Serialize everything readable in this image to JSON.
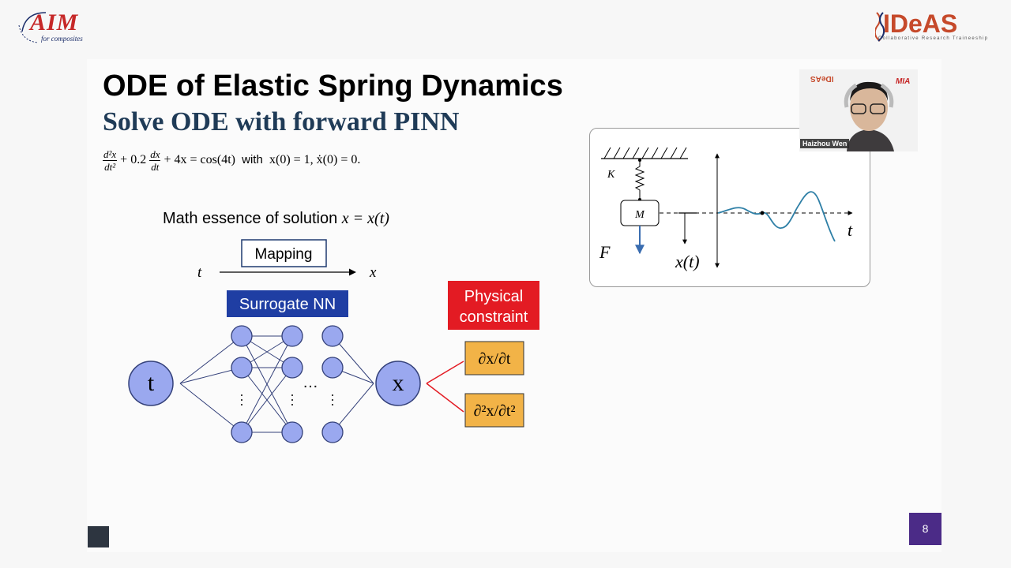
{
  "header": {
    "left_logo": {
      "name": "AIM",
      "tagline": "for composites"
    },
    "right_logo": {
      "name": "IDeAS",
      "tagline": "Collaborative  Research  Traineeship"
    }
  },
  "slide": {
    "title": "ODE of Elastic Spring Dynamics",
    "subtitle": "Solve ODE with forward PINN",
    "equation": {
      "frac1_num": "d²x",
      "frac1_den": "dt²",
      "coef": "+ 0.2",
      "frac2_num": "dx",
      "frac2_den": "dt",
      "rhs": "+ 4x = cos(4t)",
      "with": " with ",
      "conditions": "x(0) = 1, ẋ(0) = 0."
    },
    "math_essence": {
      "label": "Math essence of solution ",
      "expr": "x = x(t)"
    },
    "mapping": {
      "label": "Mapping",
      "input": "t",
      "output": "x"
    },
    "surrogate": {
      "label": "Surrogate NN",
      "input_node": "t",
      "output_node": "x",
      "ellipsis": "…"
    },
    "constraint": {
      "label_line1": "Physical",
      "label_line2": "constraint",
      "deriv1": "∂x/∂t",
      "deriv2": "∂²x/∂t²"
    },
    "colors": {
      "node_fill": "#9aa8ef",
      "node_stroke": "#34417a",
      "nn_box": "#1f3ea3",
      "constraint_box": "#e31b23",
      "deriv_box": "#f2b347",
      "page_badge": "#4b2b87"
    },
    "page_number": "8"
  },
  "spring_figure": {
    "k_label": "K",
    "mass_label": "M",
    "force_label": "F",
    "t_label": "t",
    "x_label": "x(t)"
  },
  "video": {
    "speaker_name": "Haizhou Wen",
    "mini_logo_left": "IDeAS",
    "mini_logo_right": "MIA"
  }
}
